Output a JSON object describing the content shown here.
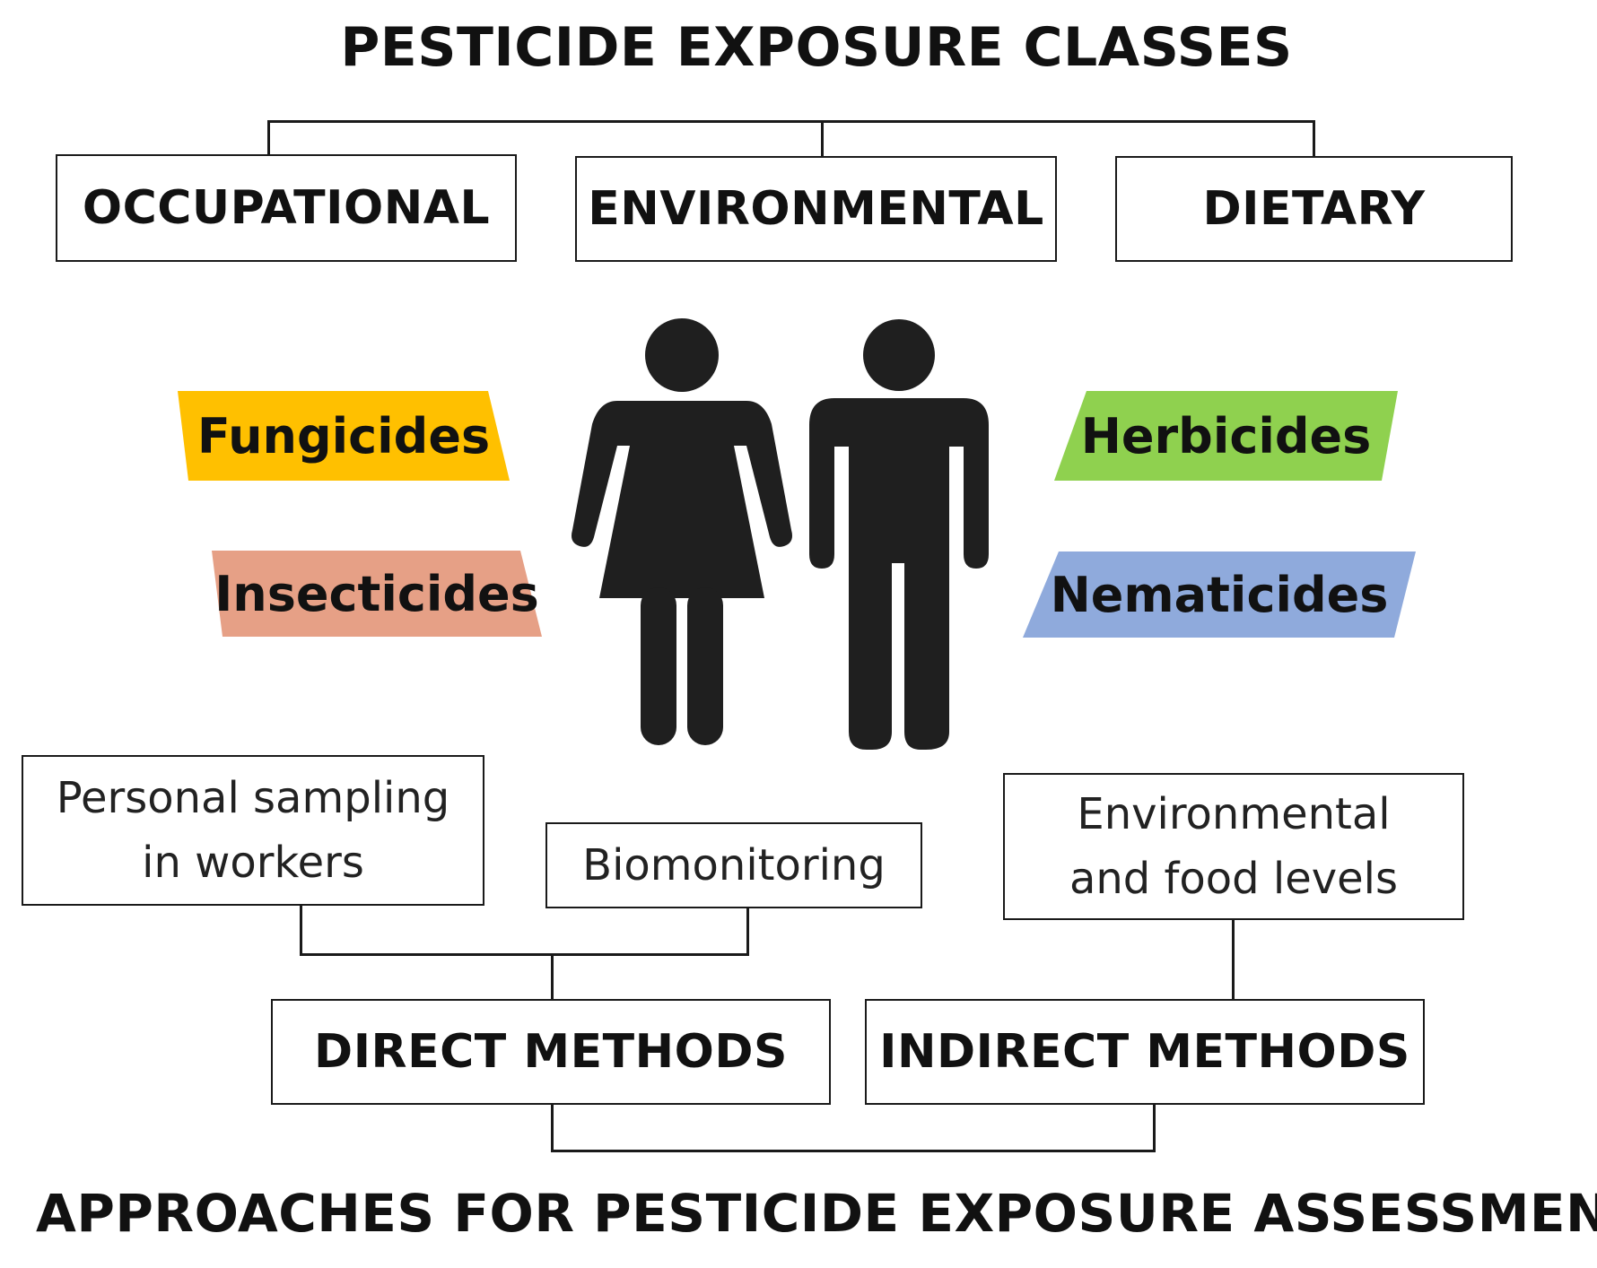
{
  "title_top": "PESTICIDE EXPOSURE CLASSES",
  "title_bottom": "APPROACHES FOR PESTICIDE EXPOSURE ASSESSMENT",
  "exposure_classes": [
    "OCCUPATIONAL",
    "ENVIRONMENTAL",
    "DIETARY"
  ],
  "pesticide_types": {
    "fungicides": {
      "label": "Fungicides",
      "color": "#FFC000"
    },
    "insecticides": {
      "label": "Insecticides",
      "color": "#E6A086"
    },
    "herbicides": {
      "label": "Herbicides",
      "color": "#8FD14F"
    },
    "nematicides": {
      "label": "Nematicides",
      "color": "#8FAADC"
    }
  },
  "figures": [
    "woman-icon",
    "man-icon"
  ],
  "sources": {
    "personal_sampling_line1": "Personal sampling",
    "personal_sampling_line2": "in workers",
    "biomonitoring": "Biomonitoring",
    "env_food_line1": "Environmental",
    "env_food_line2": "and food levels"
  },
  "methods": {
    "direct": "DIRECT METHODS",
    "indirect": "INDIRECT METHODS"
  },
  "colors": {
    "line": "#1a1a1a",
    "figure": "#1f1f1f"
  }
}
